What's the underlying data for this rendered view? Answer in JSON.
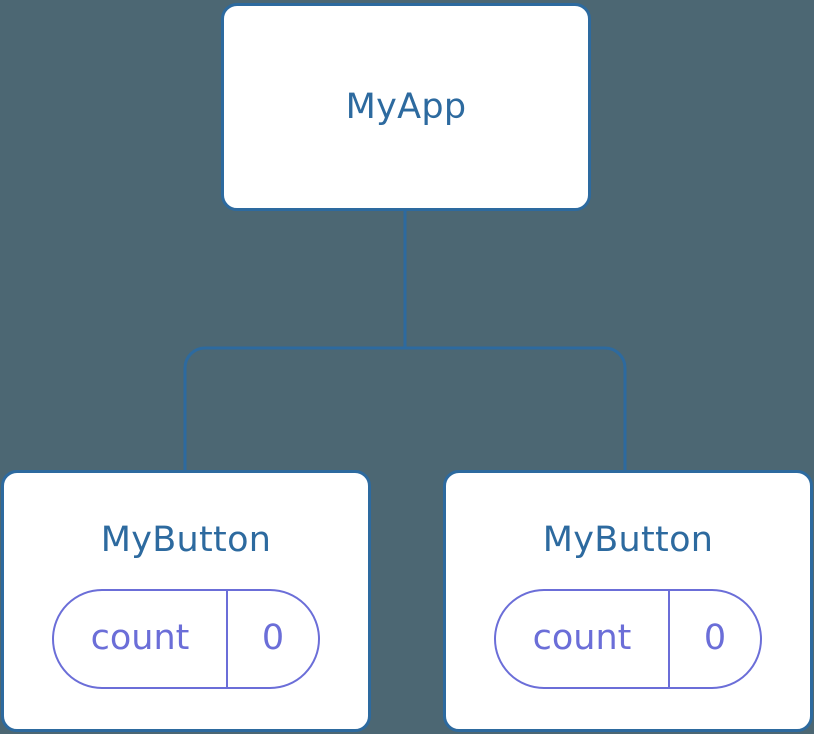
{
  "diagram": {
    "type": "widget-tree",
    "background_color": "#4c6773",
    "node_border_color": "#2d6a9f",
    "node_text_color": "#2d6a9f",
    "node_fill_color": "#ffffff",
    "state_accent_color": "#6b6ed8",
    "connector_color": "#2d6a9f",
    "root": {
      "label": "MyApp"
    },
    "children": [
      {
        "label": "MyButton",
        "state": {
          "key": "count",
          "value": "0"
        }
      },
      {
        "label": "MyButton",
        "state": {
          "key": "count",
          "value": "0"
        }
      }
    ]
  }
}
